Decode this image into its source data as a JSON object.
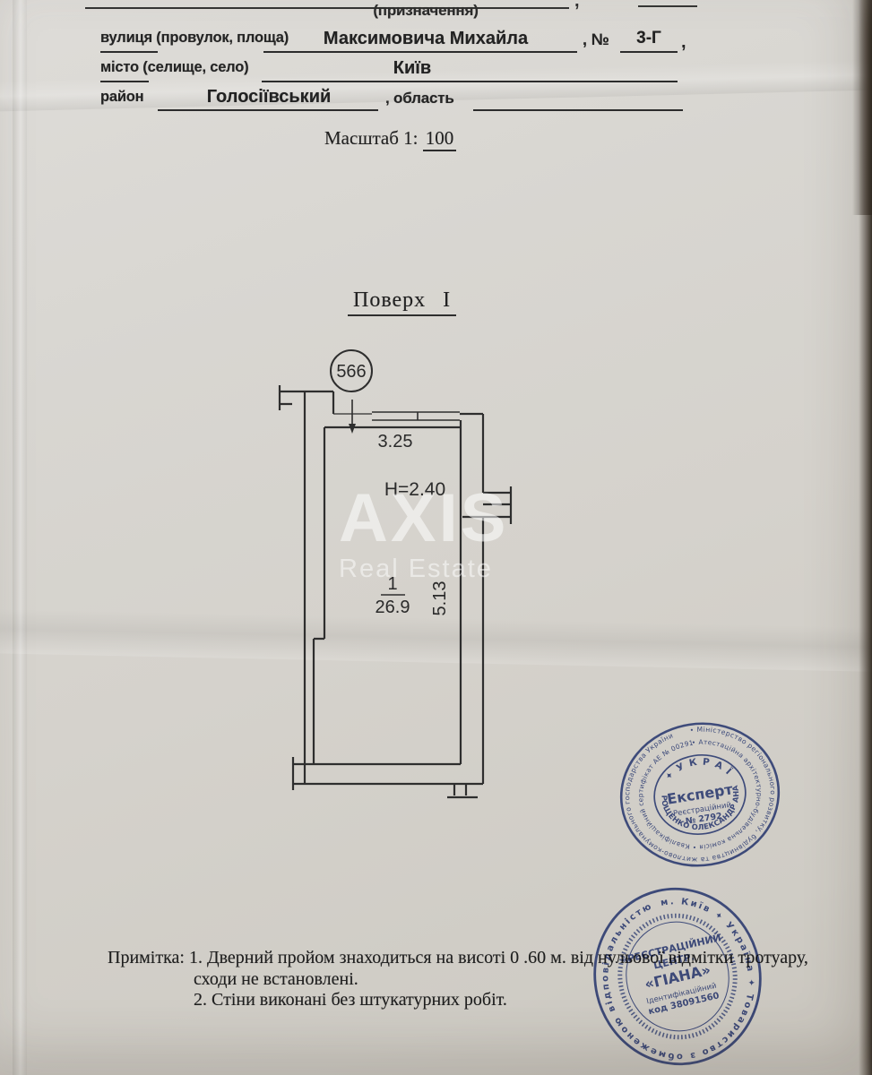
{
  "page": {
    "paper_color": "#d6d4cf",
    "ink_color": "#2c2c2c",
    "stamp_color": "#3b4e94"
  },
  "header": {
    "designation_label": "(призначення)",
    "top_comma": ",",
    "street_row": {
      "label": "вулиця (провулок, площа)",
      "value": "Максимовича Михайла",
      "number_label": ", №",
      "number": "3-Г",
      "tail_comma": ","
    },
    "city_row": {
      "label": "місто (селище, село)",
      "value": "Київ"
    },
    "district_row": {
      "label": "район",
      "value": "Голосіївський",
      "oblast_label": ", область"
    },
    "scale_label": "Масштаб 1:",
    "scale_value": "100"
  },
  "plan": {
    "floor_title": "Поверх І",
    "unit_circle": "566",
    "top_dim": "3.25",
    "ceiling_height": "H=2.40",
    "room_number": "1",
    "room_area": "26.9",
    "side_dim": "5.13"
  },
  "watermark": {
    "title": "AXIS",
    "subtitle": "Real Estate"
  },
  "stamps": {
    "expert": {
      "ring_outer": "• Міністерство регіонального розвитку, будівництва та житлово-комунального господарства України",
      "ring_inner": "• Атестаційна архітектурно-будівельна комісія • Кваліфікаційний сертифікат АЕ № 002913",
      "country": "✦ У К Р А Ї Н А ✦",
      "name_arc": "РОЩЕНКО ОЛЕКСАНДР АНАТОЛІЙОВИЧ",
      "title": "Експерт",
      "reg_label": "Реєстраційний",
      "reg_number": "№ 2792"
    },
    "registry": {
      "ring": "м. Київ ✦ Україна ✦ Товариство з обмеженою відповідальністю ✦",
      "line1": "«РЕЄСТРАЦІЙНИЙ",
      "line2": "ЦЕНТР.",
      "line3": "«ГІАНА»",
      "line4": "Ідентифікаційний",
      "line5": "код 38091560"
    }
  },
  "note": {
    "line1": "Примітка: 1. Дверний пройом знаходиться на висоті 0 .60 м. від нульової відмітки тротуару,",
    "line2": "сходи не встановлені.",
    "line3": "2. Стіни виконані без штукатурних робіт."
  }
}
